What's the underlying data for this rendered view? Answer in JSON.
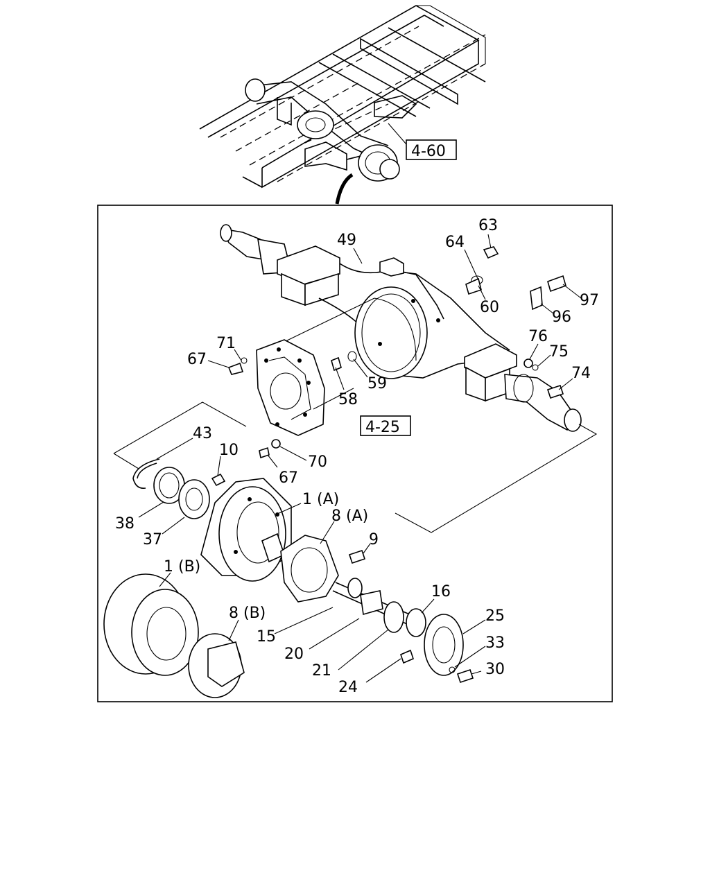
{
  "callouts": {
    "ref_frame": "4-60",
    "ref_housing": "4-25",
    "p63": "63",
    "p64": "64",
    "p49": "49",
    "p60": "60",
    "p97": "97",
    "p96": "96",
    "p71": "71",
    "p67a": "67",
    "p76": "76",
    "p75": "75",
    "p74": "74",
    "p58": "58",
    "p59": "59",
    "p43": "43",
    "p10": "10",
    "p70": "70",
    "p67b": "67",
    "p1a": "1 (A)",
    "p8a": "8 (A)",
    "p9": "9",
    "p38": "38",
    "p37": "37",
    "p1b": "1 (B)",
    "p8b": "8 (B)",
    "p16": "16",
    "p25": "25",
    "p15": "15",
    "p33": "33",
    "p20": "20",
    "p30": "30",
    "p21": "21",
    "p24": "24"
  }
}
